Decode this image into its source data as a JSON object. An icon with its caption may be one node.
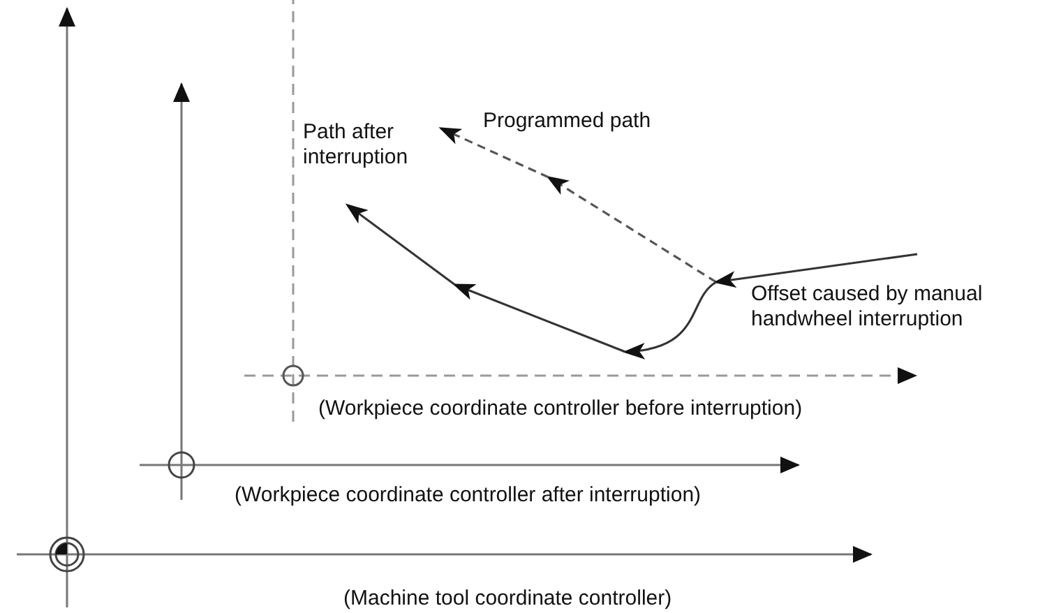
{
  "diagram": {
    "labels": [
      "Path after interruption",
      "Programmed path",
      "Offset caused by manual handwheel interruption",
      "(Workpiece coordinate controller before interruption)",
      "(Workpiece coordinate controller after interruption)",
      "(Machine tool coordinate controller)"
    ]
  }
}
